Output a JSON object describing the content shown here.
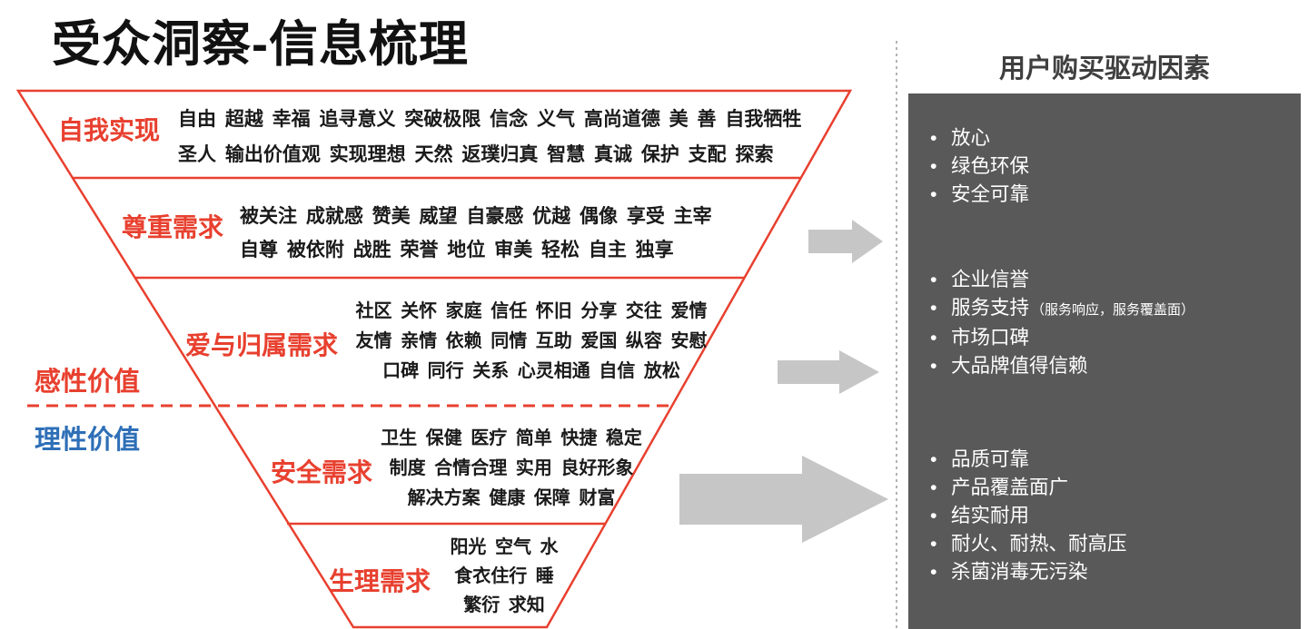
{
  "title": "受众洞察-信息梳理",
  "pyramid": {
    "levels": [
      {
        "label": "自我实现",
        "lines": [
          "自由 超越 幸福 追寻意义 突破极限 信念 义气 高尚道德 美 善 自我牺牲",
          "圣人 输出价值观 实现理想 天然 返璞归真 智慧 真诚 保护 支配 探索"
        ]
      },
      {
        "label": "尊重需求",
        "lines": [
          "被关注 成就感 赞美 威望 自豪感 优越 偶像 享受 主宰",
          "自尊 被依附 战胜 荣誉 地位 审美 轻松 自主 独享"
        ]
      },
      {
        "label": "爱与归属需求",
        "lines": [
          "社区 关怀 家庭 信任 怀旧 分享 交往 爱情",
          "友情 亲情 依赖 同情 互助 爱国 纵容 安慰",
          "口碑 同行 关系 心灵相通 自信 放松"
        ]
      },
      {
        "label": "安全需求",
        "lines": [
          "卫生 保健 医疗 简单 快捷 稳定",
          "制度 合情合理 实用 良好形象",
          "解决方案 健康 保障 财富"
        ]
      },
      {
        "label": "生理需求",
        "lines": [
          "阳光 空气 水",
          "食衣住行 睡",
          "繁衍 求知"
        ]
      }
    ],
    "emotional_label": "感性价值",
    "rational_label": "理性价值"
  },
  "right_panel": {
    "title": "用户购买驱动因素",
    "group1": [
      "放心",
      "绿色环保",
      "安全可靠"
    ],
    "group2": [
      "企业信誉",
      "服务支持",
      "市场口碑",
      "大品牌值得信赖"
    ],
    "group2_note": "（服务响应，服务覆盖面）",
    "group3": [
      "品质可靠",
      "产品覆盖面广",
      "结实耐用",
      "耐火、耐热、耐高压",
      "杀菌消毒无污染"
    ]
  },
  "colors": {
    "red": "#e8402f",
    "blue": "#2e6fb7",
    "panel": "#595959",
    "arrow": "#c6c6c6"
  }
}
